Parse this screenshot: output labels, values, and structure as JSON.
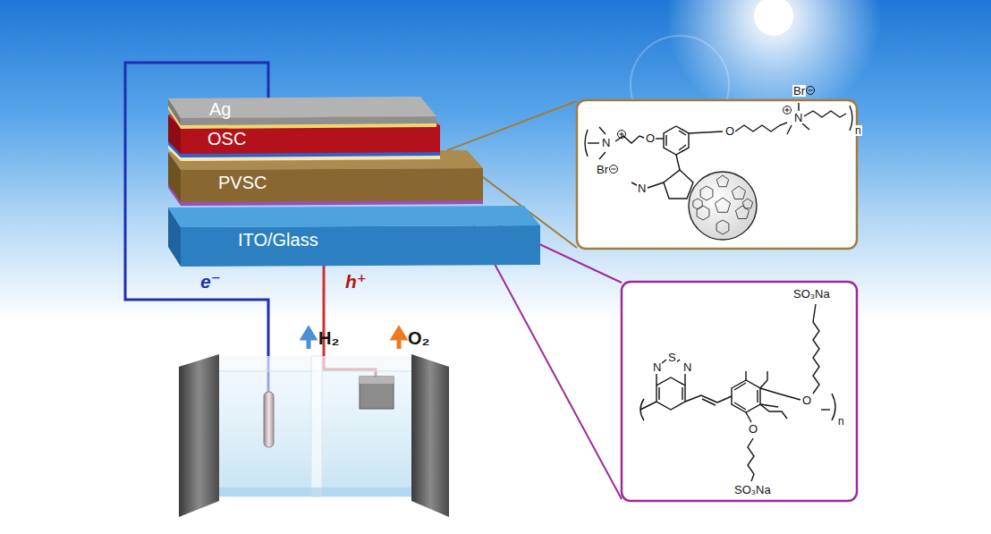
{
  "diagram": {
    "nodes": [
      {
        "text": [
          "Ag"
        ]
      },
      {
        "text": [
          "OSC"
        ]
      },
      {
        "text": [
          "PVSC"
        ]
      },
      {
        "text": [
          "ITO/Glass"
        ]
      }
    ],
    "labels": [
      "e⁻",
      "h⁺",
      "H₂",
      "O₂",
      "N",
      "Br",
      "O",
      "O",
      "N",
      "Br",
      "N",
      "n",
      "N",
      "S",
      "N",
      "O",
      "O",
      "SO₃Na",
      "SO₃Na",
      "n"
    ]
  }
}
